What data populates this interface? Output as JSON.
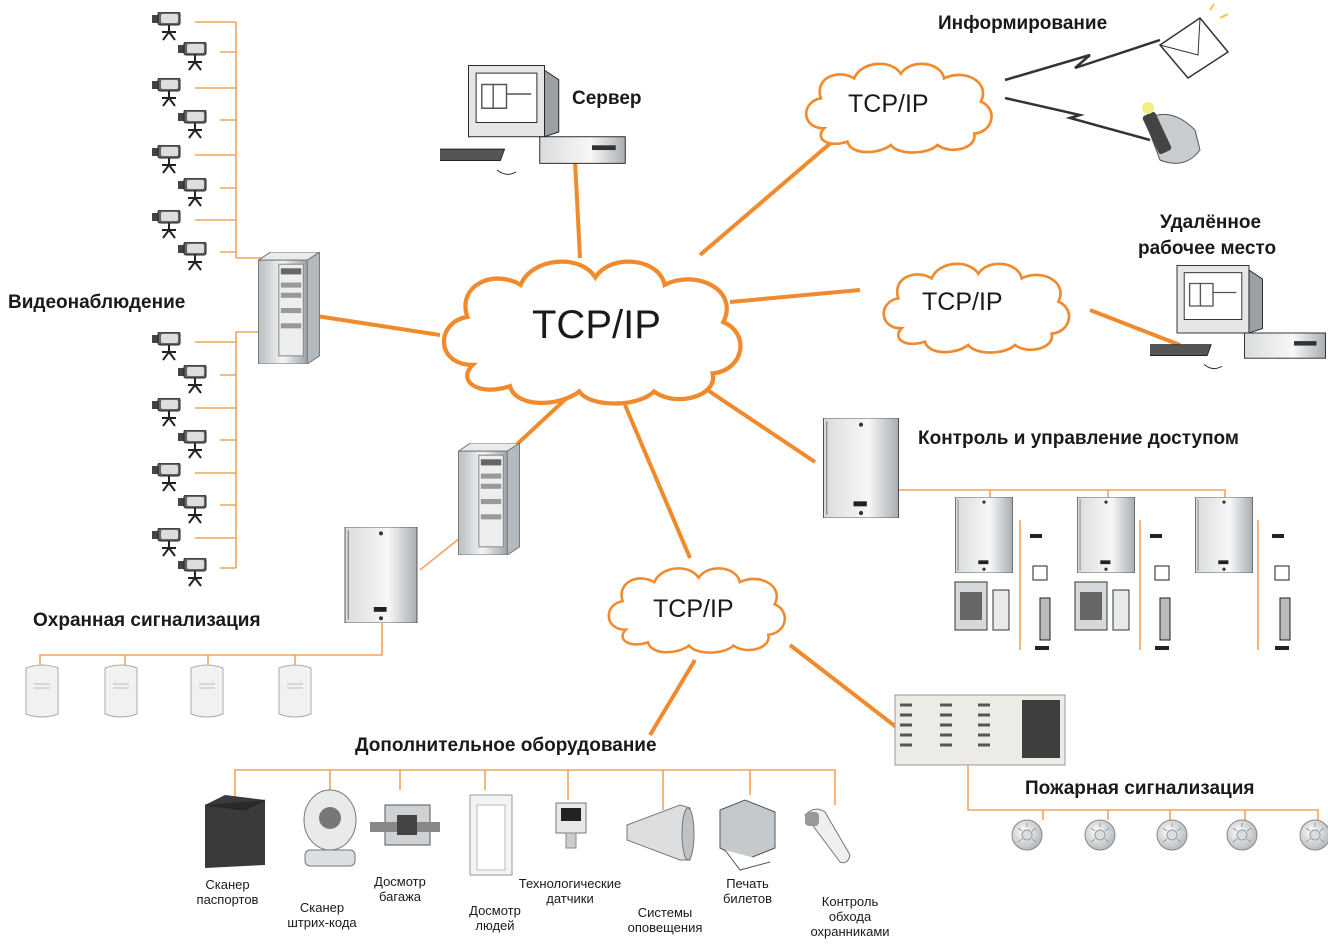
{
  "network": {
    "center_label": "TCP/IP",
    "cloud_top_label": "TCP/IP",
    "cloud_right_label": "TCP/IP",
    "cloud_bottom_label": "TCP/IP"
  },
  "labels": {
    "server": "Сервер",
    "informing": "Информирование",
    "remote_workplace_line1": "Удалённое",
    "remote_workplace_line2": "рабочее место",
    "video": "Видеонаблюдение",
    "access_control": "Контроль и управление доступом",
    "security_alarm": "Охранная сигнализация",
    "extra_equipment": "Дополнительное оборудование",
    "fire_alarm": "Пожарная сигнализация"
  },
  "equipment_captions": [
    {
      "line1": "Сканер",
      "line2": "паспортов",
      "line3": ""
    },
    {
      "line1": "Сканер",
      "line2": "штрих-кода",
      "line3": ""
    },
    {
      "line1": "Досмотр",
      "line2": "багажа",
      "line3": ""
    },
    {
      "line1": "Досмотр",
      "line2": "людей",
      "line3": ""
    },
    {
      "line1": "Технологические",
      "line2": "датчики",
      "line3": ""
    },
    {
      "line1": "Системы",
      "line2": "оповещения",
      "line3": ""
    },
    {
      "line1": "Печать",
      "line2": "билетов",
      "line3": ""
    },
    {
      "line1": "Контроль",
      "line2": "обхода",
      "line3": "охранниками"
    }
  ],
  "colors": {
    "link": "#f08a2c",
    "thin_link": "#f4a45a",
    "device_gray": "#cfd3d6",
    "text": "#1a1a1a"
  }
}
